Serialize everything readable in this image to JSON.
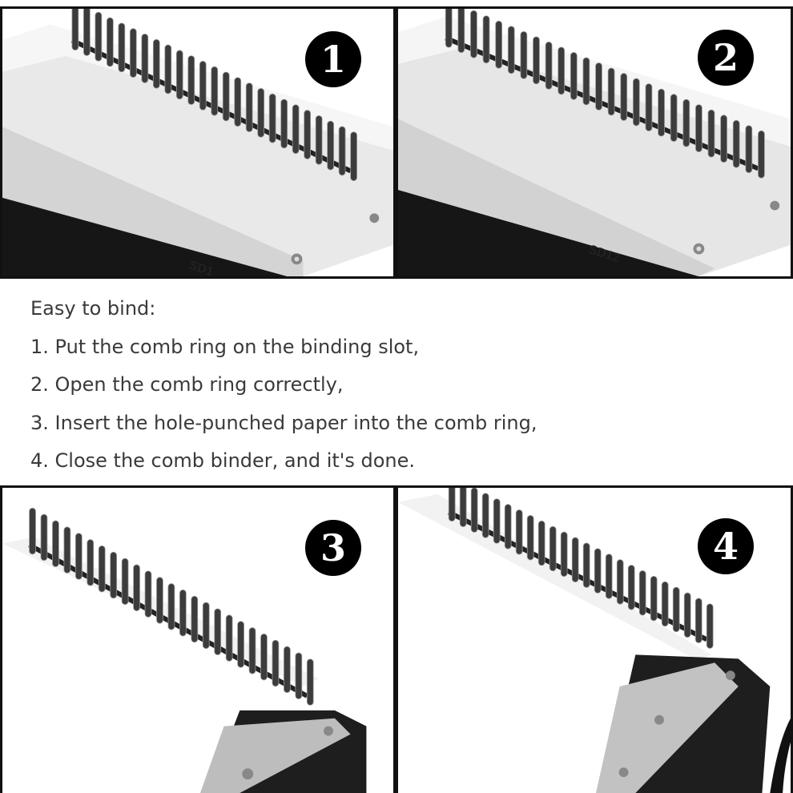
{
  "instructions": {
    "heading": "Easy to bind:",
    "steps": [
      "1. Put the comb ring on the binding slot,",
      "2. Open the comb ring correctly,",
      "3. Insert the hole-punched paper into the comb ring,",
      "4. Close the comb binder, and it's done."
    ]
  },
  "panels": [
    {
      "badge": "1",
      "model_label": "SD1"
    },
    {
      "badge": "2",
      "model_label": "SD12"
    },
    {
      "badge": "3"
    },
    {
      "badge": "4"
    }
  ],
  "colors": {
    "badge_bg": "#000000",
    "badge_text": "#ffffff",
    "text": "#3a3a3a",
    "machine_metal": "#e6e6e6",
    "machine_dark": "#1e1e1e",
    "comb": "#3c3c3c"
  }
}
